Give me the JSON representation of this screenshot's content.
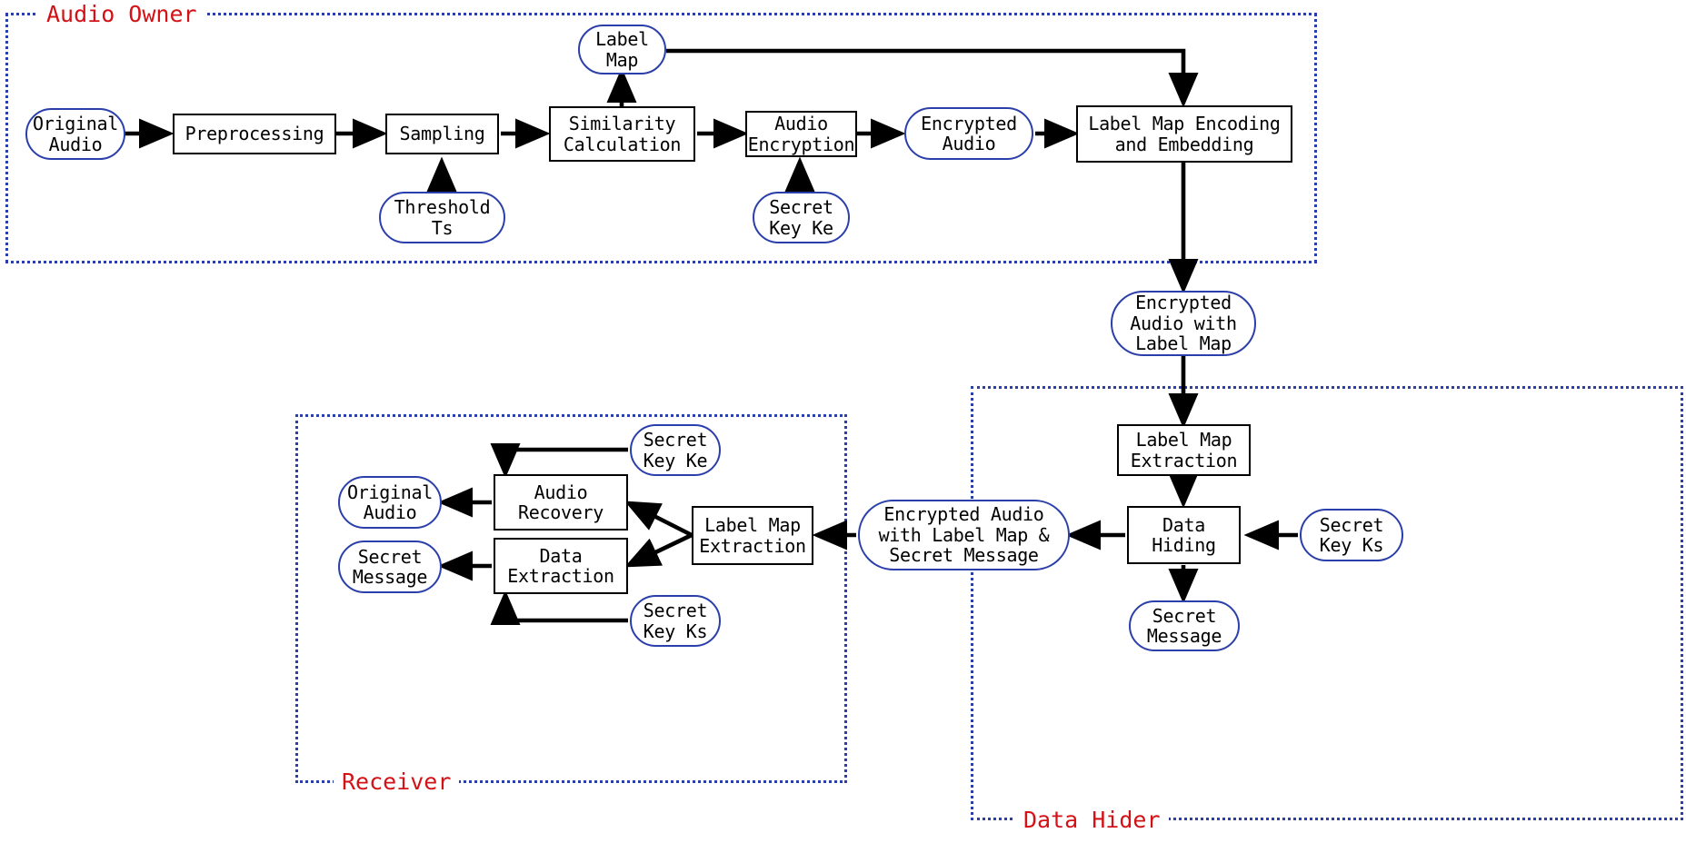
{
  "diagram": {
    "title": "Reversible data hiding in encrypted audio flowchart",
    "colors": {
      "frame_border": "#2b3faa",
      "frame_label": "#d21217",
      "rect_border": "#000000",
      "round_border": "#2b3faa",
      "arrow": "#000000",
      "background": "#ffffff"
    }
  },
  "groups": [
    {
      "id": "audio-owner",
      "label": "Audio Owner"
    },
    {
      "id": "data-hider",
      "label": "Data Hider"
    },
    {
      "id": "receiver",
      "label": "Receiver"
    }
  ],
  "nodes": {
    "original_audio": "Original\nAudio",
    "preprocessing": "Preprocessing",
    "sampling": "Sampling",
    "threshold_ts": "Threshold\nTs",
    "similarity_calculation": "Similarity\nCalculation",
    "label_map": "Label\nMap",
    "audio_encryption": "Audio\nEncryption",
    "secret_key_ke_owner": "Secret\nKey Ke",
    "encrypted_audio": "Encrypted\nAudio",
    "label_map_encoding": "Label Map Encoding\nand Embedding",
    "encrypted_audio_with_label_map": "Encrypted\nAudio with\nLabel Map",
    "label_map_extraction_hider": "Label Map\nExtraction",
    "data_hiding": "Data\nHiding",
    "secret_key_ks_hider": "Secret\nKey Ks",
    "secret_message_hider": "Secret\nMessage",
    "encrypted_audio_with_label_map_and_secret_message": "Encrypted Audio\nwith Label Map &\nSecret Message",
    "label_map_extraction_receiver": "Label Map\nExtraction",
    "secret_key_ke_receiver": "Secret\nKey Ke",
    "audio_recovery": "Audio\nRecovery",
    "data_extraction": "Data\nExtraction",
    "secret_key_ks_receiver": "Secret\nKey Ks",
    "original_audio_out": "Original\nAudio",
    "secret_message_out": "Secret\nMessage"
  },
  "chart_data": {
    "type": "diagram",
    "title": "Reversible data hiding in encrypted audio flowchart",
    "edges": [
      {
        "from": "original_audio",
        "to": "preprocessing"
      },
      {
        "from": "preprocessing",
        "to": "sampling"
      },
      {
        "from": "threshold_ts",
        "to": "sampling"
      },
      {
        "from": "sampling",
        "to": "similarity_calculation"
      },
      {
        "from": "similarity_calculation",
        "to": "label_map"
      },
      {
        "from": "similarity_calculation",
        "to": "audio_encryption"
      },
      {
        "from": "secret_key_ke_owner",
        "to": "audio_encryption"
      },
      {
        "from": "audio_encryption",
        "to": "encrypted_audio"
      },
      {
        "from": "encrypted_audio",
        "to": "label_map_encoding"
      },
      {
        "from": "label_map",
        "to": "label_map_encoding"
      },
      {
        "from": "label_map_encoding",
        "to": "encrypted_audio_with_label_map"
      },
      {
        "from": "encrypted_audio_with_label_map",
        "to": "label_map_extraction_hider"
      },
      {
        "from": "label_map_extraction_hider",
        "to": "data_hiding"
      },
      {
        "from": "secret_key_ks_hider",
        "to": "data_hiding"
      },
      {
        "from": "data_hiding",
        "to": "secret_message_hider"
      },
      {
        "from": "data_hiding",
        "to": "encrypted_audio_with_label_map_and_secret_message"
      },
      {
        "from": "encrypted_audio_with_label_map_and_secret_message",
        "to": "label_map_extraction_receiver"
      },
      {
        "from": "label_map_extraction_receiver",
        "to": "audio_recovery"
      },
      {
        "from": "label_map_extraction_receiver",
        "to": "data_extraction"
      },
      {
        "from": "secret_key_ke_receiver",
        "to": "audio_recovery"
      },
      {
        "from": "secret_key_ks_receiver",
        "to": "data_extraction"
      },
      {
        "from": "audio_recovery",
        "to": "original_audio_out"
      },
      {
        "from": "data_extraction",
        "to": "secret_message_out"
      }
    ]
  }
}
